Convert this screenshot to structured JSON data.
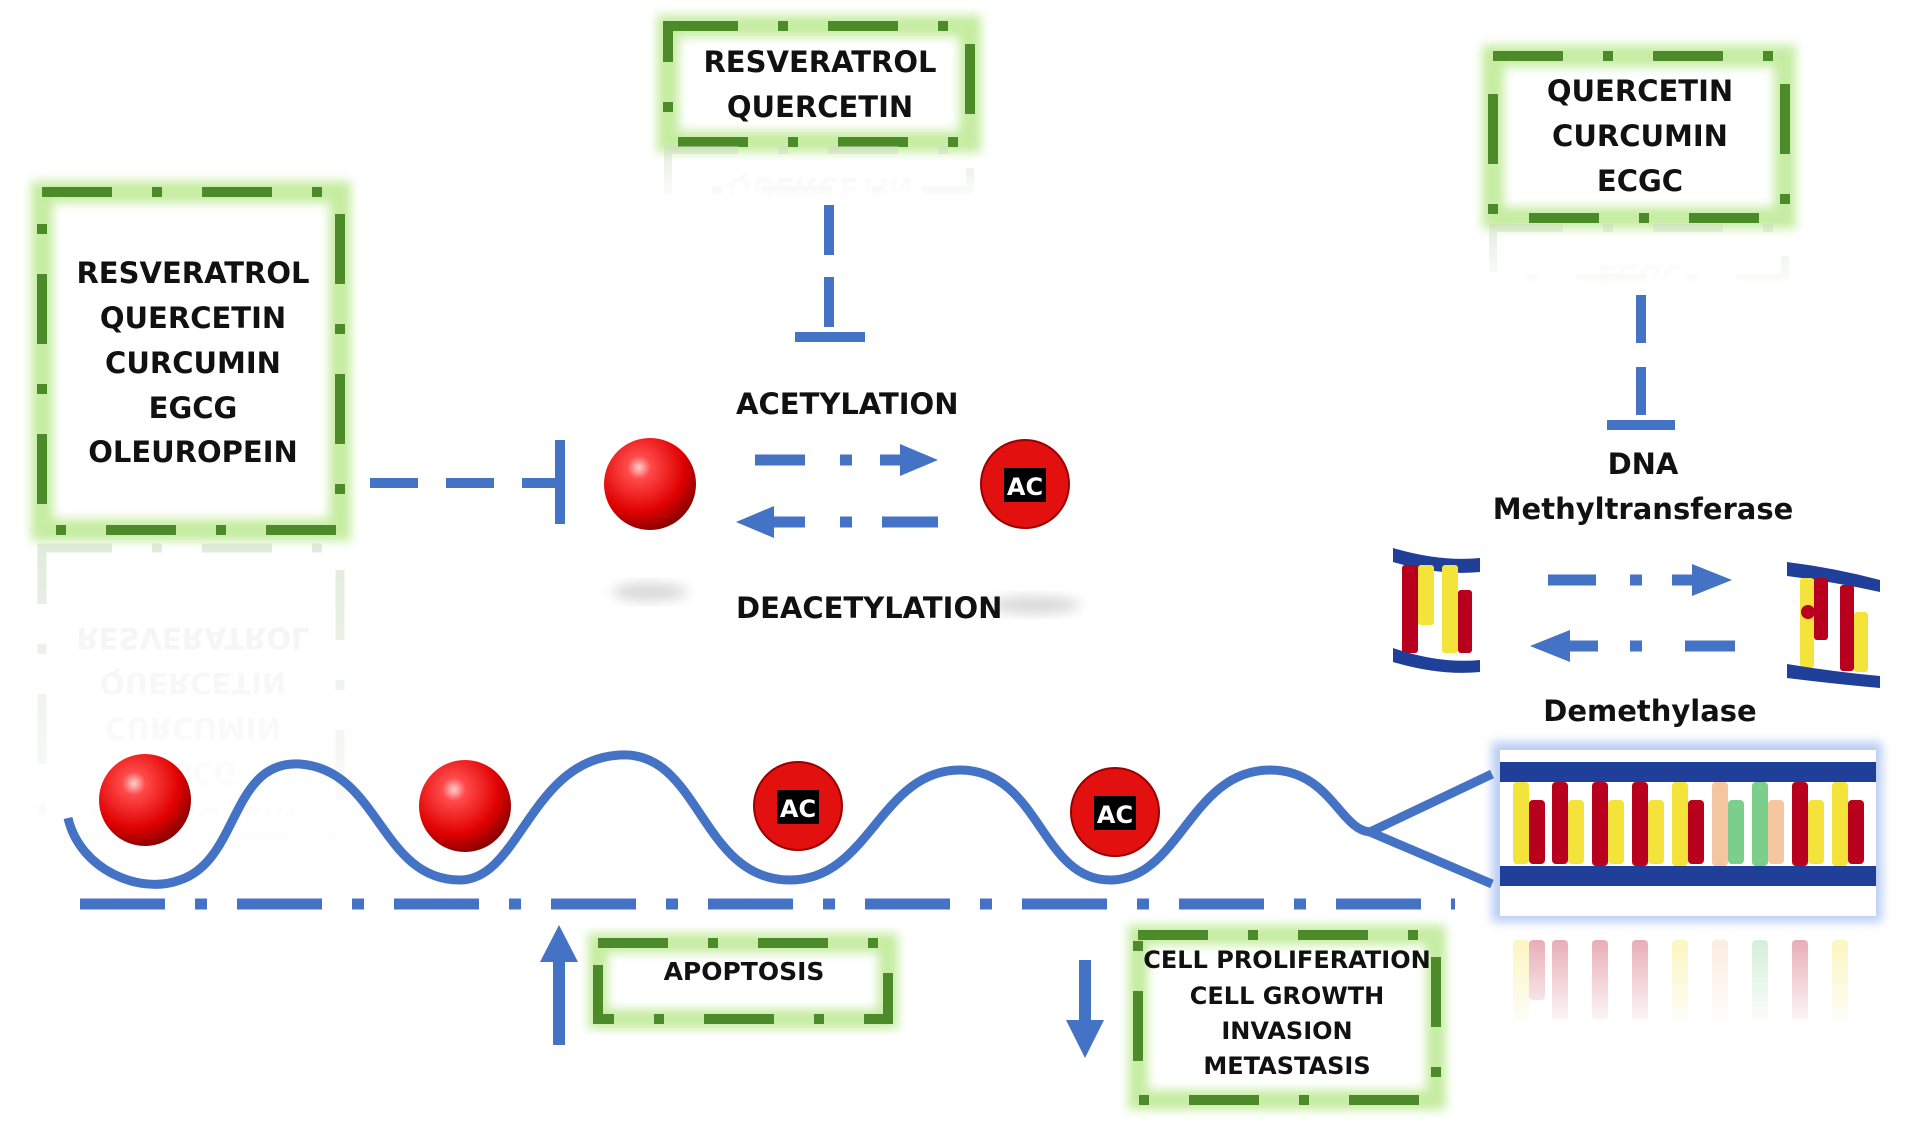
{
  "colors": {
    "box_border": "#4d8a2a",
    "box_glow": "#a9e07a",
    "arrow_blue": "#4472c4",
    "bead_red": "#e00000",
    "dna_blue": "#1f3f99",
    "dna_red": "#b8001e",
    "dna_yellow": "#f3e33a",
    "text": "#111111"
  },
  "boxes": {
    "left": [
      "RESVERATROL",
      "QUERCETIN",
      "CURCUMIN",
      "EGCG",
      "OLEUROPEIN"
    ],
    "top_center": [
      "RESVERATROL",
      "QUERCETIN"
    ],
    "top_right": [
      "QUERCETIN",
      "CURCUMIN",
      "ECGC"
    ],
    "apoptosis": [
      "APOPTOSIS"
    ],
    "outcomes": [
      "CELL PROLIFERATION",
      "CELL GROWTH",
      "INVASION",
      "METASTASIS"
    ]
  },
  "labels": {
    "acetylation": "ACETYLATION",
    "deacetylation": "DEACETYLATION",
    "dna_methyltransferase_line1": "DNA",
    "dna_methyltransferase_line2": "Methyltransferase",
    "demethylase": "Demethylase",
    "ac_mark": "AC"
  },
  "icons": [
    "inhibition-bar-icon",
    "forward-arrow-icon",
    "backward-arrow-icon",
    "up-arrow-icon",
    "down-arrow-icon",
    "histone-bead-icon",
    "acetylated-histone-icon",
    "dna-helix-icon"
  ]
}
